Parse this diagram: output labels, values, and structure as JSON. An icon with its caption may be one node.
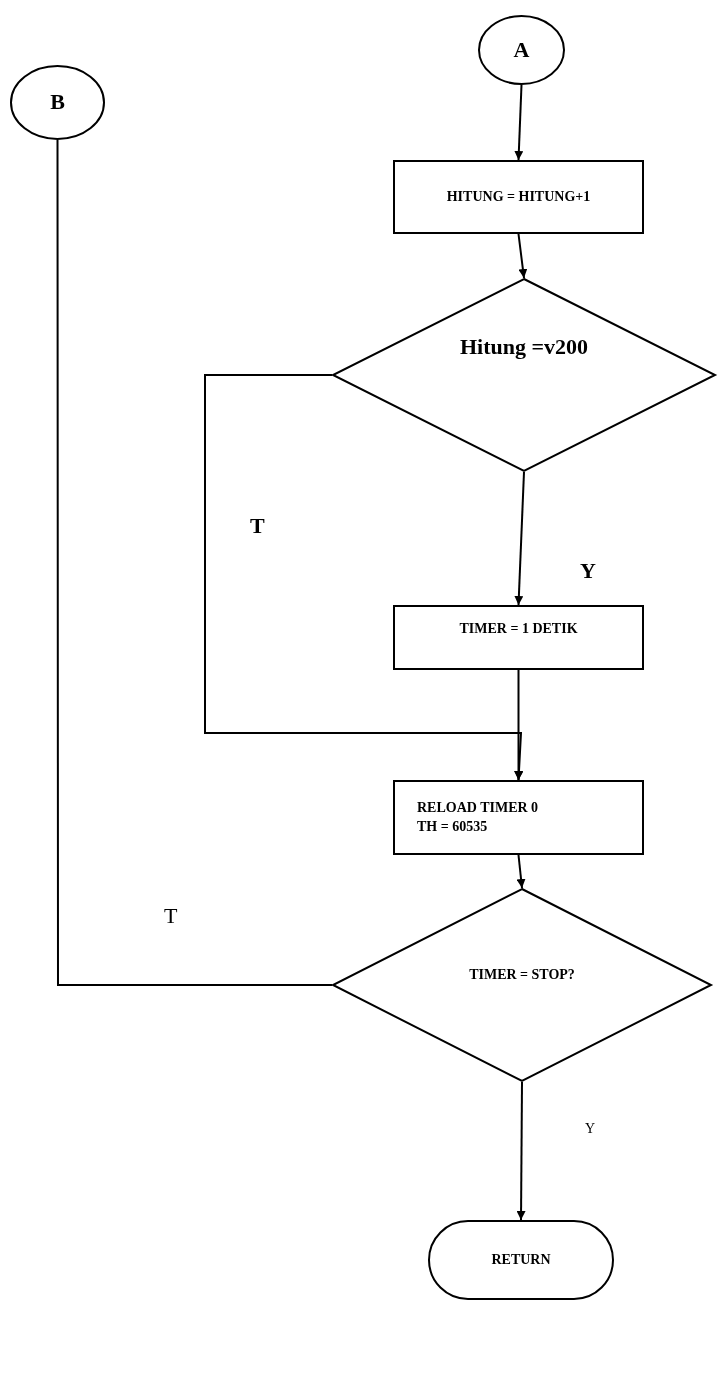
{
  "diagram": {
    "nodes": [
      {
        "text": [
          "A"
        ]
      },
      {
        "text": [
          "B"
        ]
      },
      {
        "text": [
          "HITUNG = HITUNG+1"
        ]
      },
      {
        "text": [
          "Hitung =v200"
        ]
      },
      {
        "text": [
          "TIMER = 1 DETIK"
        ]
      },
      {
        "text": [
          "RELOAD TIMER 0 TH = 60535"
        ]
      },
      {
        "text": [
          "TIMER = STOP?"
        ]
      },
      {
        "text": [
          "RETURN"
        ]
      }
    ],
    "edges": [
      {
        "from": 0,
        "to": 2,
        "arrow": "to"
      },
      {
        "from": 2,
        "to": 3,
        "arrow": "to"
      },
      {
        "from": 3,
        "to": 4,
        "arrow": "to",
        "label": "Y"
      },
      {
        "from": 3,
        "to": 5,
        "arrow": "to",
        "label": "T"
      },
      {
        "from": 4,
        "to": 5,
        "arrow": "to"
      },
      {
        "from": 5,
        "to": 6,
        "arrow": "to"
      },
      {
        "from": 6,
        "to": 1,
        "arrow": "none",
        "label": "T"
      },
      {
        "from": 6,
        "to": 7,
        "arrow": "to",
        "label": "Y"
      }
    ]
  }
}
